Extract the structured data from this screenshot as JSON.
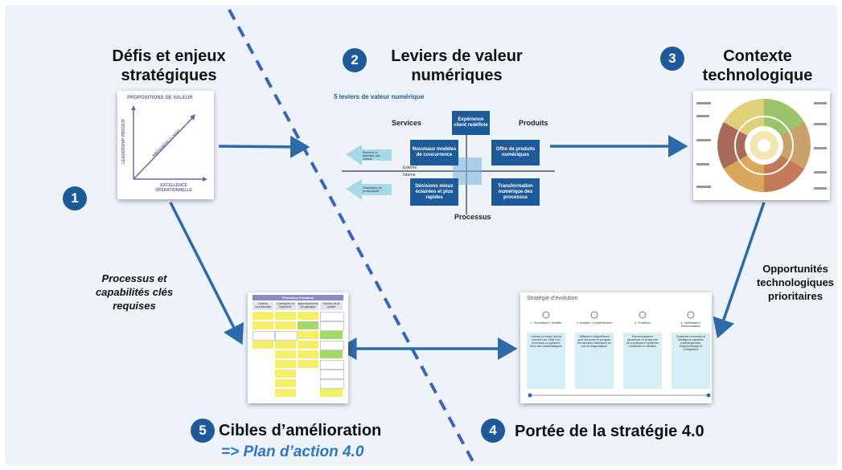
{
  "titles": {
    "t1": "Défis et enjeux stratégiques",
    "t2": "Leviers de valeur numériques",
    "t3": "Contexte technologique",
    "t4": "Portée de la stratégie 4.0",
    "t5": "Cibles d’amélioration",
    "t5_sub": "=> Plan d’action 4.0"
  },
  "numbers": {
    "n1": "1",
    "n2": "2",
    "n3": "3",
    "n4": "4",
    "n5": "5"
  },
  "labels": {
    "processus": "Processus et capabilités clés requises",
    "opportunites": "Opportunités technologiques prioritaires"
  },
  "valeur": {
    "heading": "PROPOSITIONS DE VALEUR",
    "y_axis": "LEADERSHIP PRODUIT",
    "diag": "PROXIMITÉ CLIENT",
    "x_axis": "EXCELLENCE OPÉRATIONNELLE"
  },
  "leviers": {
    "heading": "5 leviers de valeur numérique",
    "services": "Services",
    "produits": "Produits",
    "processus": "Processus",
    "externe": "Externe",
    "interne": "Interne",
    "box_top": "Expérience client redéfinie",
    "box_left": "Nouveaux modèles de concurrence",
    "box_right": "Offre de produits numériques",
    "box_bl": "Décisions mieux éclairées et plus rapides",
    "box_br": "Transformation numérique des processus",
    "arrow_up": "Besoins et attentes des clients",
    "arrow_down": "Standards de productivité"
  },
  "strategie": {
    "heading": "Stratégie d’évolution",
    "steps": [
      {
        "label": "1. Surveillance / visibilité",
        "text": "Collecte et temps réel de données sur l’état d’un processus ou système, avec des caractéristiques"
      },
      {
        "label": "2. Analyse / Compréhension",
        "text": "Utilisation d’algorithmes pour structurer et analyser les données historiques en vue de diagnostiquer"
      },
      {
        "label": "3. Prédiction",
        "text": "Reconnaissance dynamique et temps réel de processus et systèmes modélisés en situation"
      },
      {
        "label": "4. Optimisation / Autonomisation",
        "text": "Systèmes connectés et intelligents capables d’autodiagnostic, d’apprentissage et d’adaptation"
      }
    ]
  },
  "cibles": {
    "heading": "Processus Primaires",
    "cols": [
      "Gestion commerciale",
      "Conception et ingénierie",
      "Approvisionnement et logistique",
      "Gestion de la qualité"
    ]
  },
  "colors": {
    "accent": "#1e5a9a",
    "arrow": "#2d6aa8",
    "dashed": "#3a64b8",
    "light_arrow": "#a6d8e8"
  }
}
